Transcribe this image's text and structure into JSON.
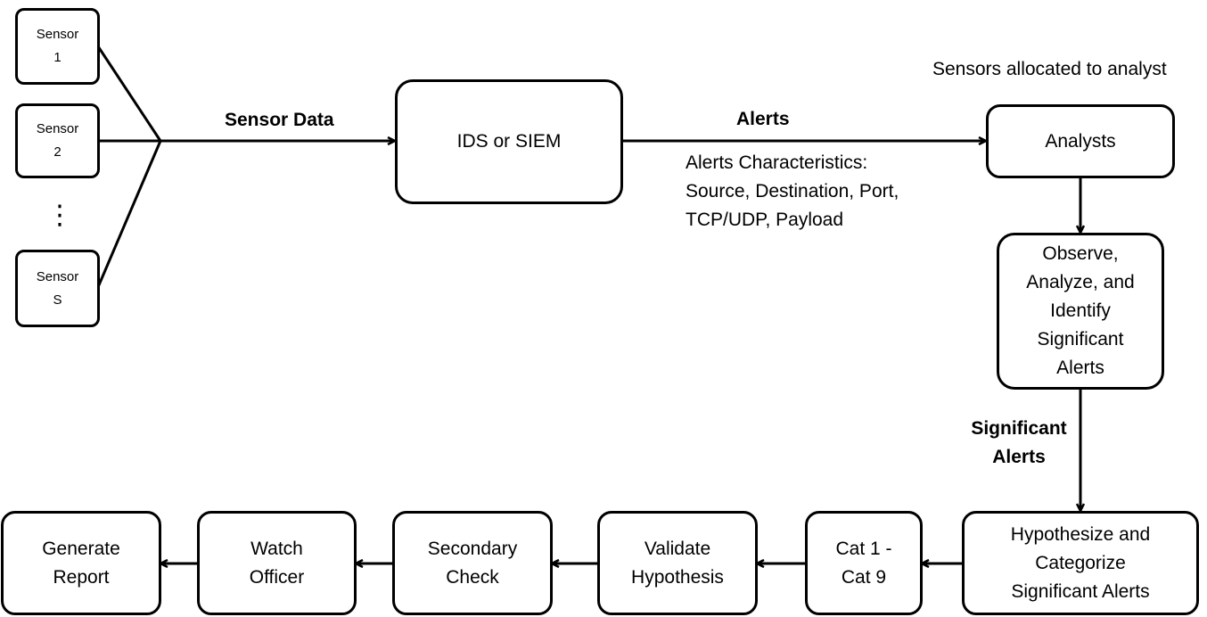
{
  "sensors": [
    {
      "label": "Sensor\n1"
    },
    {
      "label": "Sensor\n2"
    },
    {
      "label": "Sensor\nS"
    }
  ],
  "ellipsis": "⋮",
  "ids": {
    "label": "IDS or SIEM"
  },
  "analysts": {
    "label": "Analysts"
  },
  "observe": {
    "label": "Observe,\nAnalyze, and\nIdentify\nSignificant\nAlerts"
  },
  "hypothesize": {
    "label": "Hypothesize and\nCategorize\nSignificant Alerts"
  },
  "cat": {
    "label": "Cat 1 -\nCat 9"
  },
  "validate": {
    "label": "Validate\nHypothesis"
  },
  "secondary": {
    "label": "Secondary\nCheck"
  },
  "watch": {
    "label": "Watch\nOfficer"
  },
  "report": {
    "label": "Generate\nReport"
  },
  "edge_labels": {
    "sensor_data": "Sensor Data",
    "alerts": "Alerts",
    "alerts_characteristics": "Alerts Characteristics:\nSource, Destination, Port,\nTCP/UDP, Payload",
    "sensors_allocated": "Sensors allocated to analyst",
    "significant_alerts": "Significant\nAlerts"
  }
}
